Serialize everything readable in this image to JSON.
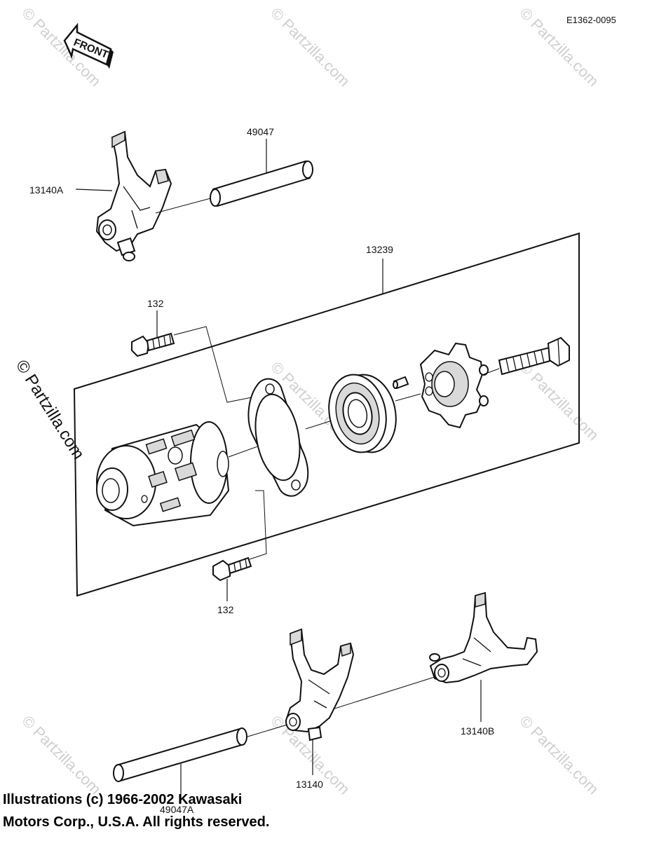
{
  "diagram_code": "E1362-0095",
  "front_label": "FRONT",
  "watermark": "© Partzilla.com",
  "parts": {
    "p13140A": "13140A",
    "p49047": "49047",
    "p13239": "13239",
    "p132_top": "132",
    "p132_bottom": "132",
    "p13140": "13140",
    "p13140B": "13140B",
    "p49047A": "49047A"
  },
  "copyright": {
    "line1": "Illustrations (c) 1966-2002 Kawasaki",
    "line2": "Motors Corp., U.S.A.  All rights reserved."
  }
}
